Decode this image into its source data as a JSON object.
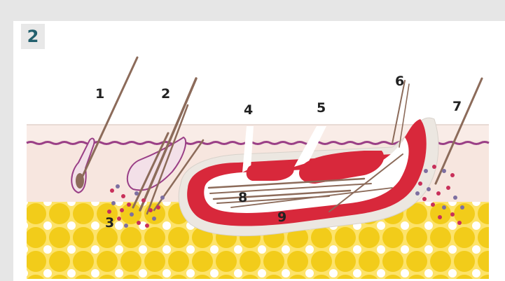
{
  "figure_number": "2",
  "labels": {
    "l1": "1",
    "l2": "2",
    "l3": "3",
    "l4": "4",
    "l5": "5",
    "l6": "6",
    "l7": "7",
    "l8": "8",
    "l9": "9"
  },
  "colors": {
    "background": "#e6e6e6",
    "panel": "#ffffff",
    "badge_text": "#23606e",
    "skin": "#f5e3dc",
    "fat": "#f2cc1a",
    "granulation": "#d8283b",
    "hair": "#8c6b5a",
    "capsule": "#ece7e1",
    "cell_red": "#c8305a",
    "cell_purple": "#7d6fa1"
  }
}
